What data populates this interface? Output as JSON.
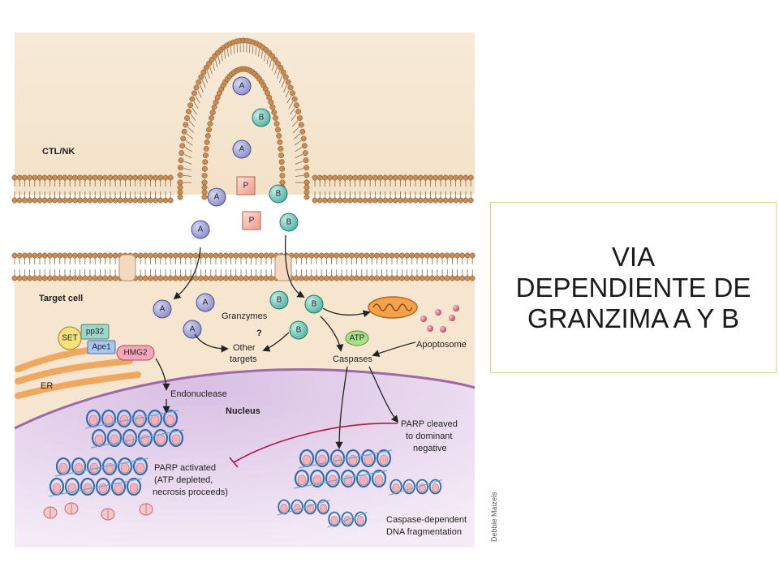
{
  "diagram": {
    "cell_labels": {
      "ctl_nk": "CTL/NK",
      "target_cell": "Target cell",
      "er": "ER",
      "nucleus": "Nucleus"
    },
    "granules": [
      {
        "kind": "A",
        "letter": "A"
      },
      {
        "kind": "B",
        "letter": "B"
      },
      {
        "kind": "A",
        "letter": "A"
      },
      {
        "kind": "P",
        "letter": "P"
      },
      {
        "kind": "B",
        "letter": "B"
      },
      {
        "kind": "A",
        "letter": "A"
      },
      {
        "kind": "P",
        "letter": "P"
      },
      {
        "kind": "B",
        "letter": "B"
      },
      {
        "kind": "A",
        "letter": "A"
      },
      {
        "kind": "A",
        "letter": "A"
      },
      {
        "kind": "A",
        "letter": "A"
      },
      {
        "kind": "A",
        "letter": "A"
      },
      {
        "kind": "B",
        "letter": "B"
      },
      {
        "kind": "B",
        "letter": "B"
      },
      {
        "kind": "B",
        "letter": "B"
      }
    ],
    "labels": {
      "granzymes": "Granzymes",
      "question": "?",
      "other_targets": [
        "Other",
        "targets"
      ],
      "atp": "ATP",
      "caspases": "Caspases",
      "apoptosome": "Apoptosome",
      "set": "SET",
      "pp32": "pp32",
      "ape1": "Ape1",
      "hmg2": "HMG2",
      "endonuclease": "Endonuclease",
      "parp_cleaved": [
        "PARP cleaved",
        "to dominant",
        "negative"
      ],
      "parp_activated": [
        "PARP activated",
        "(ATP depleted,",
        "necrosis proceeds)"
      ],
      "caspase_dna": [
        "Caspase-dependent",
        "DNA fragmentation"
      ],
      "credit": "Debbie Maizels"
    },
    "colors": {
      "granzyme_a": "#8c8fc9",
      "granzyme_b": "#5fbfb0",
      "perforin": "#f4b7a8",
      "membrane_head": "#c98c52",
      "cytoplasm": "#f6e6d0",
      "nucleus": "#e9d6ee",
      "er": "#f0a860",
      "inhibit_line": "#b01848"
    }
  },
  "title_box": {
    "lines": [
      "VIA",
      "DEPENDIENTE DE",
      "GRANZIMA A Y B"
    ]
  }
}
